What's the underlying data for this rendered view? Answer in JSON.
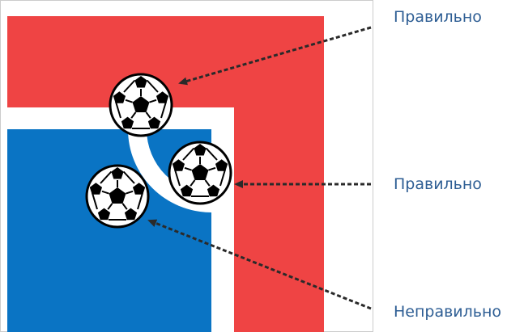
{
  "labels": {
    "ball_on_line_top": "Правильно",
    "ball_on_line_right": "Правильно",
    "ball_outside": "Неправильно"
  },
  "colors": {
    "red_area": "#ef4444",
    "blue_area": "#0a74c4",
    "white_line": "#ffffff",
    "label_text": "#2e5e94",
    "arrow": "#2a2a2a",
    "frame": "#cccccc"
  },
  "icons": {
    "ball": "soccer-ball-icon",
    "arrowhead": "arrowhead-icon"
  }
}
